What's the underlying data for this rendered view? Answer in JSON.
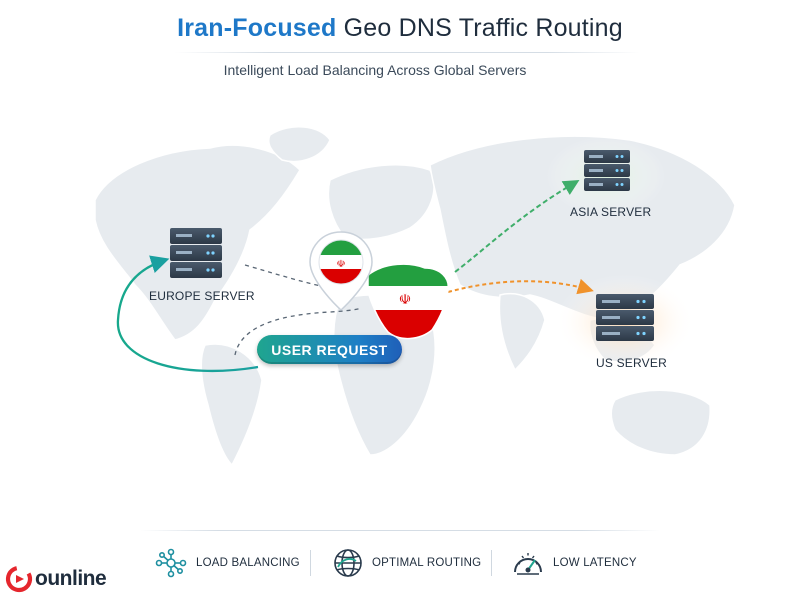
{
  "header": {
    "title_accent": "Iran-Focused",
    "title_rest": "Geo DNS Traffic Routing",
    "subtitle": "Intelligent Load Balancing Across Global Servers"
  },
  "servers": [
    {
      "id": "europe",
      "label": "EUROPE SERVER"
    },
    {
      "id": "asia",
      "label": "ASIA SERVER"
    },
    {
      "id": "us",
      "label": "US SERVER"
    }
  ],
  "user_request": {
    "label": "USER REQUEST"
  },
  "features": [
    {
      "label": "LOAD BALANCING",
      "icon": "network-nodes-icon"
    },
    {
      "label": "OPTIMAL ROUTING",
      "icon": "globe-icon"
    },
    {
      "label": "LOW LATENCY",
      "icon": "speedometer-icon"
    }
  ],
  "brand": {
    "name": "ounline"
  },
  "colors": {
    "accent_blue": "#1e78c8",
    "teal": "#1fa58f",
    "orange": "#f0922b",
    "flag_green": "#239f40",
    "flag_red": "#da0000",
    "map_gray": "#e6eaee"
  }
}
